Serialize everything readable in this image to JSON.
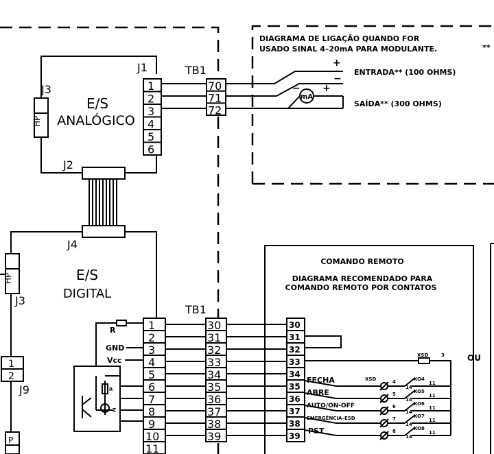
{
  "analog": {
    "title_line1": "E/S",
    "title_line2": "ANALÓGICO",
    "j1": "J1",
    "j2": "J2",
    "j3": "J3",
    "hp": "HP",
    "j1_pins": [
      "1",
      "2",
      "3",
      "4",
      "5",
      "6"
    ],
    "tb1": "TB1",
    "tb1_terminals": [
      "70",
      "71",
      "72"
    ]
  },
  "digital": {
    "title_line1": "E/S",
    "title_line2": "DIGITAL",
    "j4": "J4",
    "j3": "J3",
    "hp": "HP",
    "j9": "J9",
    "j9_pins": [
      "1",
      "2"
    ],
    "p": "P",
    "pins": [
      "1",
      "2",
      "3",
      "4",
      "5",
      "6",
      "7",
      "8",
      "9",
      "10",
      "11"
    ],
    "r": "R",
    "gnd": "GND",
    "vcc": "Vcc",
    "transistor_r": "R",
    "transistor_z": "Z",
    "tb1": "TB1",
    "tb1_terminals": [
      "30",
      "31",
      "32",
      "33",
      "34",
      "35",
      "36",
      "37",
      "38",
      "39"
    ]
  },
  "analog_note": {
    "line1": "DIAGRAMA DE LIGAÇÃO QUANDO FOR",
    "line2": "USADO SINAL 4–20mA PARA MODULANTE.",
    "asterisks": "**",
    "plus": "+",
    "minus": "−",
    "minus2": "−",
    "plus2": "+",
    "ma": "mA",
    "entrada": "ENTRADA** (100 OHMS)",
    "saida": "SAÍDA** (300 OHMS)"
  },
  "remote": {
    "title": "COMANDO REMOTO",
    "subtitle1": "DIAGRAMA RECOMENDADO PARA",
    "subtitle2": "COMANDO REMOTO POR CONTATOS",
    "terminals": [
      "30",
      "31",
      "32",
      "33",
      "34",
      "35",
      "36",
      "37",
      "38",
      "39"
    ],
    "fecha": "FECHA",
    "abre": "ABRE",
    "auto": "AUTO/ON-OFF",
    "emergencia": "EMERGÊNCIA–ESD",
    "pst": "PST",
    "xsd_top": "XSD",
    "xsd_top_num": "3",
    "xsd": "XSD",
    "relays": [
      {
        "a": "4",
        "b": "14",
        "k": "KO4",
        "c": "11"
      },
      {
        "a": "5",
        "b": "14",
        "k": "KO5",
        "c": "11"
      },
      {
        "a": "6",
        "b": "14",
        "k": "KO6",
        "c": "11"
      },
      {
        "a": "7",
        "b": "14",
        "k": "KO7",
        "c": "11"
      },
      {
        "a": "8",
        "b": "14",
        "k": "KO8",
        "c": "11"
      }
    ],
    "ou": "OU"
  }
}
